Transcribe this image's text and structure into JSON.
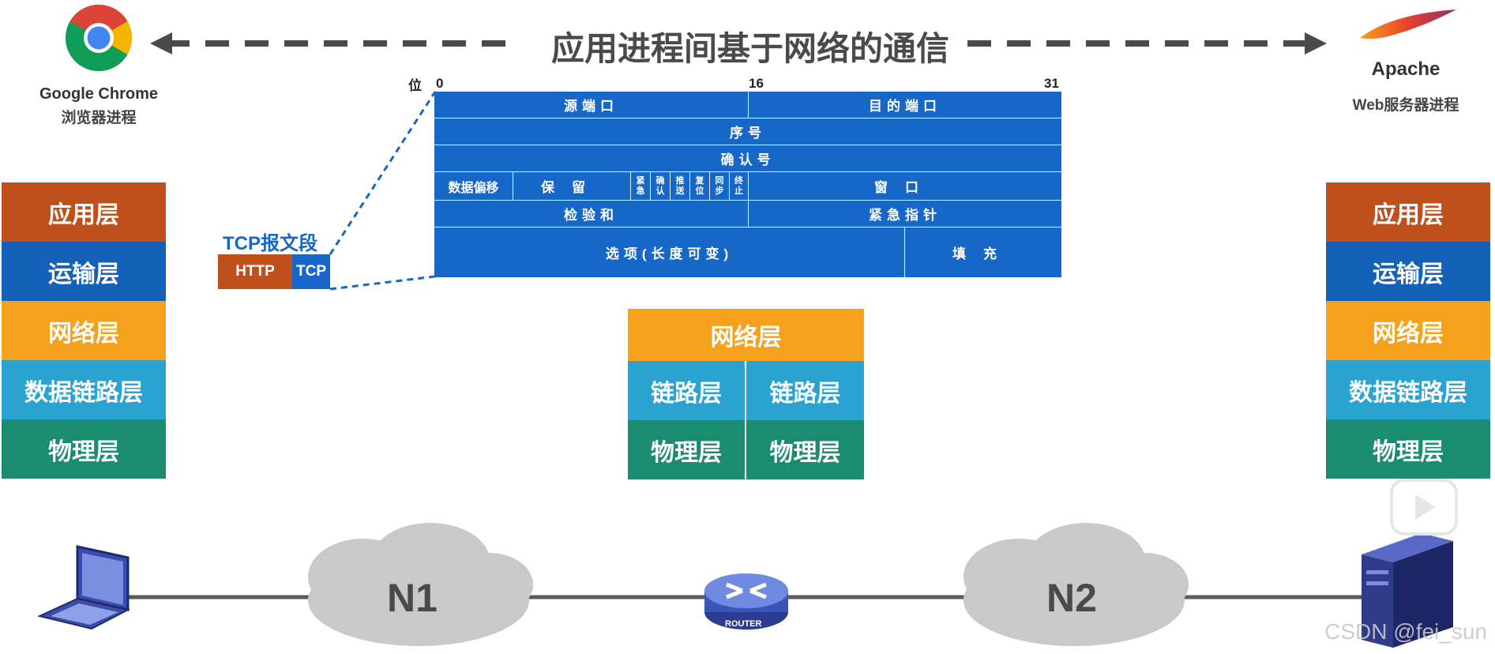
{
  "title": "应用进程间基于网络的通信",
  "client": {
    "name": "Google Chrome",
    "sub": "浏览器进程"
  },
  "server": {
    "name": "Apache",
    "sub": "Web服务器进程"
  },
  "left_stack": [
    "应用层",
    "运输层",
    "网络层",
    "数据链路层",
    "物理层"
  ],
  "right_stack": [
    "应用层",
    "运输层",
    "网络层",
    "数据链路层",
    "物理层"
  ],
  "router_stack": {
    "top": "网络层",
    "link": [
      "链路层",
      "链路层"
    ],
    "phys": [
      "物理层",
      "物理层"
    ]
  },
  "tcp": {
    "segment_label": "TCP报文段",
    "http_label": "HTTP",
    "tcp_label": "TCP",
    "bit_label": "位",
    "bits": [
      "0",
      "16",
      "31"
    ],
    "src_port": "源端口",
    "dst_port": "目的端口",
    "seq": "序号",
    "ack": "确认号",
    "offset": "数据偏移",
    "reserved": "保留",
    "flags": [
      "紧急",
      "确认",
      "推送",
      "复位",
      "同步",
      "终止"
    ],
    "window": "窗口",
    "checksum": "检验和",
    "urgent": "紧急指针",
    "options": "选项(长度可变)",
    "padding": "填充"
  },
  "network": {
    "n1": "N1",
    "n2": "N2",
    "router": "ROUTER"
  },
  "watermark": "CSDN @fei_sun",
  "colors": {
    "app": "#c0501b",
    "transport": "#1361b9",
    "network": "#f5a11b",
    "link": "#2aa3d2",
    "physical": "#1a8c6f",
    "tcp_header": "#1767c9"
  }
}
